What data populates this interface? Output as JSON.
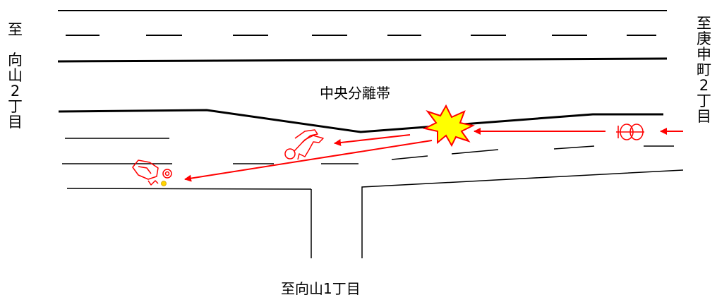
{
  "labels": {
    "left": [
      "至",
      "向",
      "山",
      "2",
      "丁",
      "目"
    ],
    "right": [
      "至",
      "庚",
      "申",
      "町",
      "2",
      "丁",
      "目"
    ],
    "median": "中央分離帯",
    "bottom": "至向山1丁目"
  },
  "colors": {
    "road_line": "#000000",
    "accident_arrow": "#ff0000",
    "collision_fill": "#ffff00",
    "collision_outline": "#ff0000",
    "figure_stroke": "#ff0000"
  },
  "icons": [
    "bicycle-icon",
    "collision-burst-icon",
    "fallen-pedestrian-icon",
    "fallen-rider-icon"
  ]
}
